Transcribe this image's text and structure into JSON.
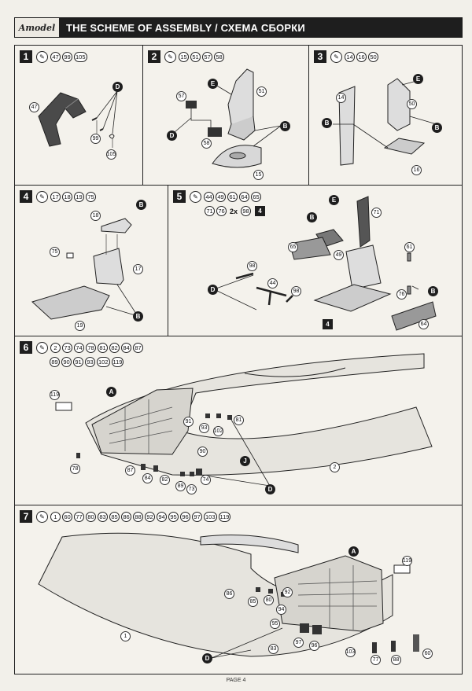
{
  "header": {
    "logo": "Amodel",
    "title": "THE SCHEME OF ASSEMBLY / СХЕМА СБОРКИ"
  },
  "steps": [
    {
      "num": "1",
      "parts": [
        "47",
        "99",
        "105"
      ]
    },
    {
      "num": "2",
      "parts": [
        "15",
        "51",
        "57",
        "58"
      ]
    },
    {
      "num": "3",
      "parts": [
        "14",
        "16",
        "50"
      ]
    },
    {
      "num": "4",
      "parts": [
        "17",
        "18",
        "19",
        "75"
      ]
    },
    {
      "num": "5",
      "parts": [
        "44",
        "49",
        "61",
        "64",
        "65"
      ],
      "parts2": [
        "71",
        "76"
      ],
      "mult": "2x",
      "mult_part": "98",
      "sub": "4"
    },
    {
      "num": "6",
      "parts": [
        "2",
        "73",
        "74",
        "78",
        "81",
        "82",
        "84",
        "87"
      ],
      "parts2": [
        "89",
        "90",
        "91",
        "93",
        "102",
        "119"
      ]
    },
    {
      "num": "7",
      "parts": [
        "1",
        "60",
        "77",
        "80",
        "83",
        "85",
        "86",
        "88",
        "92",
        "94",
        "95",
        "96",
        "97",
        "103",
        "119"
      ]
    }
  ],
  "callouts": {
    "s1": [
      "47",
      "99",
      "105"
    ],
    "s2": [
      "57",
      "58",
      "51",
      "15"
    ],
    "s3": [
      "14",
      "50",
      "16"
    ],
    "s4": [
      "18",
      "75",
      "17",
      "19"
    ],
    "s5": [
      "71",
      "65",
      "49",
      "61",
      "98",
      "44",
      "98",
      "76",
      "64"
    ],
    "s5_sub": "4",
    "s6": [
      "119",
      "91",
      "93",
      "102",
      "81",
      "78",
      "90",
      "87",
      "84",
      "82",
      "89",
      "73",
      "74",
      "2"
    ],
    "s7": [
      "119",
      "86",
      "85",
      "80",
      "92",
      "94",
      "95",
      "97",
      "96",
      "83",
      "103",
      "77",
      "88",
      "60",
      "1"
    ]
  },
  "tools": {
    "s1": [
      "D"
    ],
    "s2": [
      "E",
      "D",
      "B"
    ],
    "s3": [
      "E",
      "B",
      "B"
    ],
    "s4": [
      "B",
      "B"
    ],
    "s5": [
      "E",
      "B",
      "D",
      "B"
    ],
    "s6": [
      "A",
      "J",
      "D"
    ],
    "s7": [
      "A",
      "D"
    ]
  },
  "glue_symbol": "✎",
  "footer": "PAGE 4"
}
